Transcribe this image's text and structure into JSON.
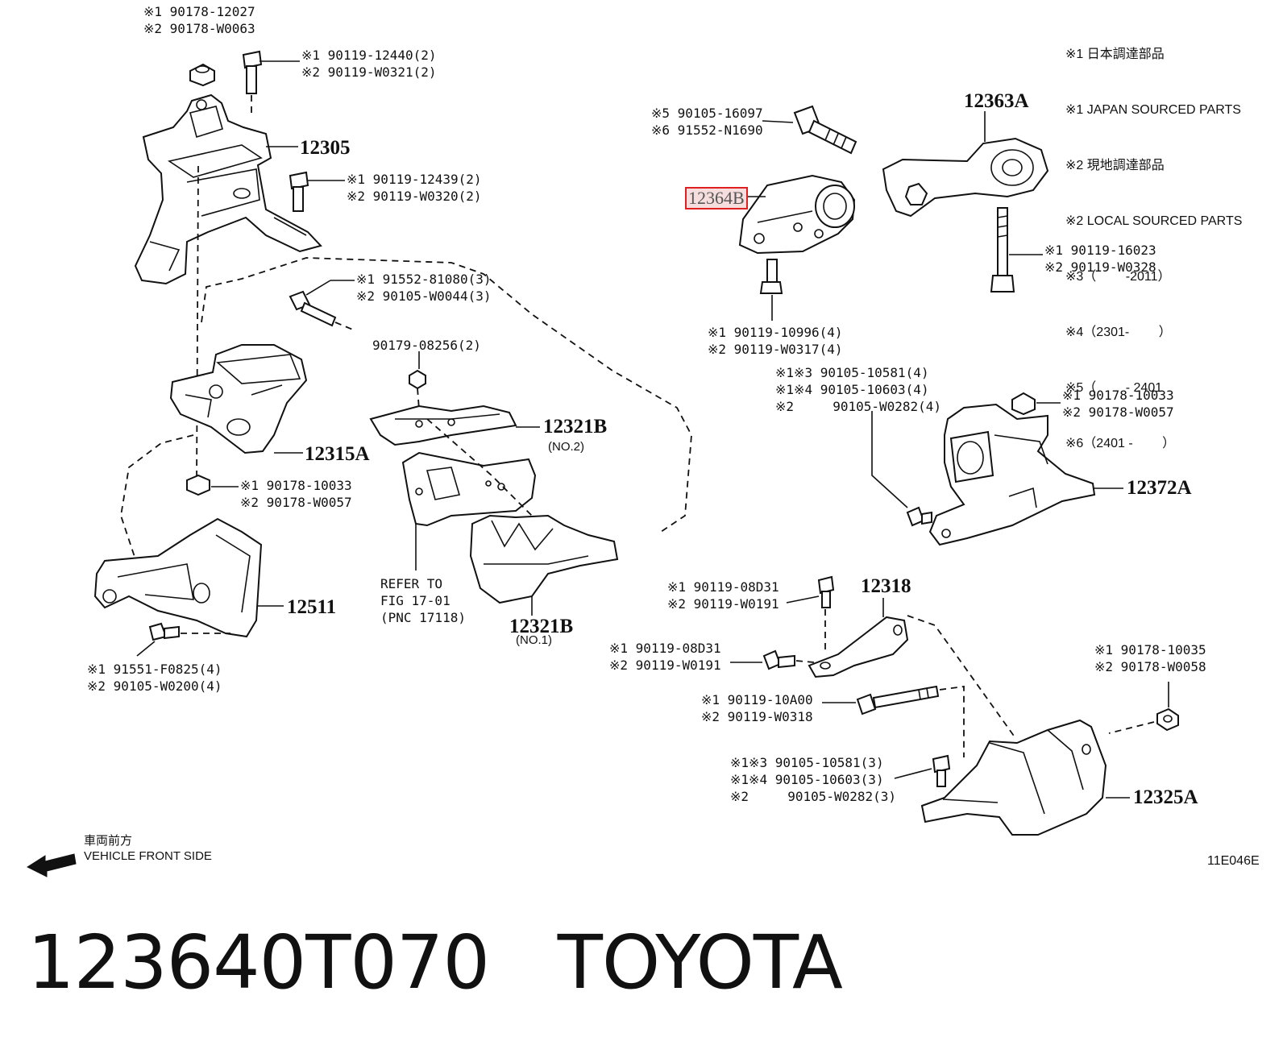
{
  "legend": [
    "※1 日本調達部品",
    "※1 JAPAN SOURCED PARTS",
    "※2 現地調達部品",
    "※2 LOCAL SOURCED PARTS",
    "※3（　　 -2011）",
    "※4（2301-　　 ）",
    "※5（　　 - 2401",
    "※6（2401 -　　 ）"
  ],
  "pnc_labels": {
    "p12305": "12305",
    "p12315A": "12315A",
    "p12511": "12511",
    "p12321B_no2": "12321B",
    "p12321B_no2_sub": "(NO.2)",
    "p12321B_no1": "12321B",
    "p12321B_no1_sub": "(NO.1)",
    "p12363A": "12363A",
    "p12364B": "12364B",
    "p12372A": "12372A",
    "p12318": "12318",
    "p12325A": "12325A"
  },
  "callouts": {
    "c1": "※1 90178-12027\n※2 90178-W0063",
    "c2": "※1 90119-12440(2)\n※2 90119-W0321(2)",
    "c3": "※1 90119-12439(2)\n※2 90119-W0320(2)",
    "c4": "※1 91552-81080(3)\n※2 90105-W0044(3)",
    "c5": "90179-08256(2)",
    "c6": "※1 90178-10033\n※2 90178-W0057",
    "c7": "※1 91551-F0825(4)\n※2 90105-W0200(4)",
    "c8": "REFER TO\nFIG 17-01\n(PNC 17118)",
    "c9": "※5 90105-16097\n※6 91552-N1690",
    "c10": "※1 90119-16023\n※2 90119-W0328",
    "c11": "※1 90119-10996(4)\n※2 90119-W0317(4)",
    "c12": "※1※3 90105-10581(4)\n※1※4 90105-10603(4)\n※2     90105-W0282(4)",
    "c13": "※1 90178-10033\n※2 90178-W0057",
    "c14": "※1 90119-08D31\n※2 90119-W0191",
    "c15": "※1 90119-08D31\n※2 90119-W0191",
    "c16": "※1 90119-10A00\n※2 90119-W0318",
    "c17": "※1 90178-10035\n※2 90178-W0058",
    "c18": "※1※3 90105-10581(3)\n※1※4 90105-10603(3)\n※2     90105-W0282(3)"
  },
  "direction": {
    "jp": "車両前方",
    "en": "VEHICLE FRONT SIDE"
  },
  "diagram_code": "11E046E",
  "title": "123640T070   TOYOTA",
  "colors": {
    "highlight_border": "#e02020",
    "highlight_fill": "#f6dede",
    "ink": "#111111"
  }
}
